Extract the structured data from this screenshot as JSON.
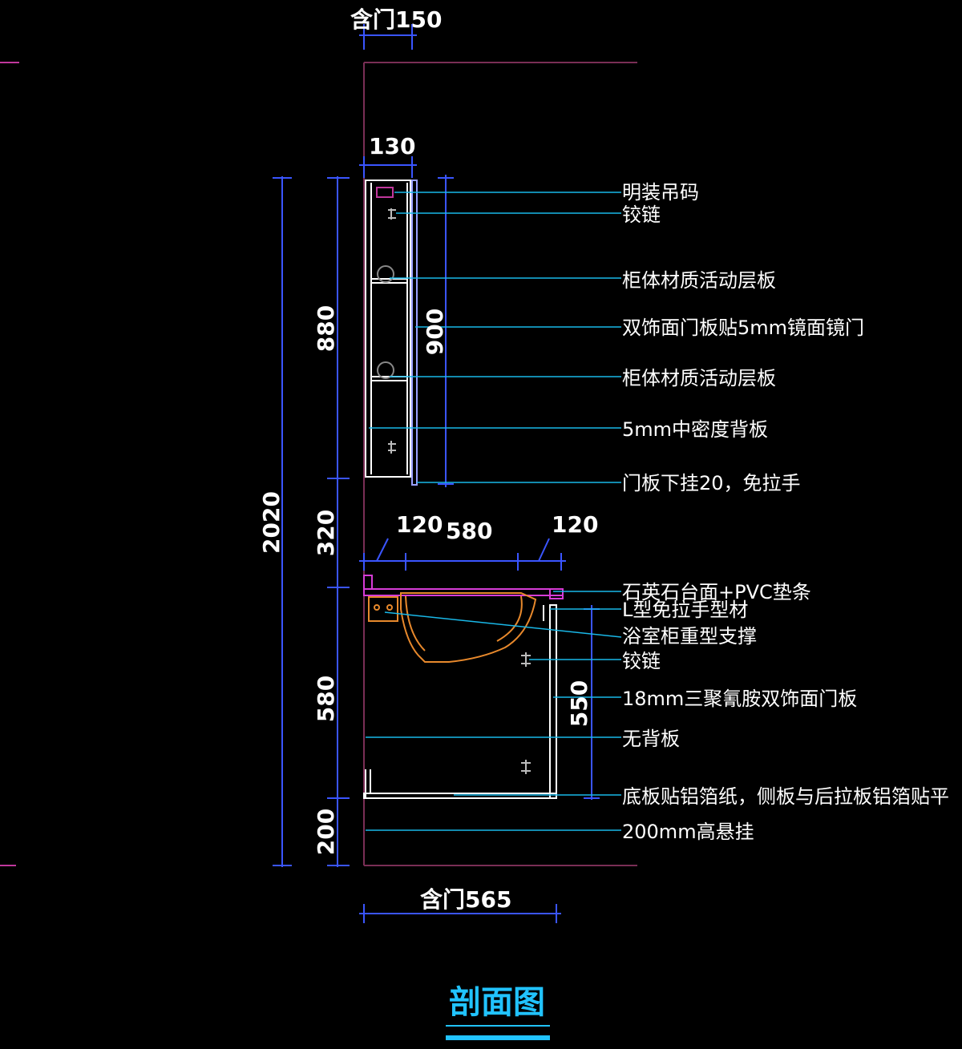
{
  "title": "剖面图",
  "dimensions": {
    "top_depth": "含门150",
    "upper_depth": "130",
    "total_height": "2020",
    "upper_height": "880",
    "door_height": "900",
    "gap_height": "320",
    "lower_height": "580",
    "hang_height": "200",
    "top_left_offset": "120",
    "sink_width": "580",
    "top_right_offset": "120",
    "lower_door_height": "550",
    "bottom_depth": "含门565"
  },
  "labels": [
    "明装吊码",
    "铰链",
    "柜体材质活动层板",
    "双饰面门板贴5mm镜面镜门",
    "柜体材质活动层板",
    "5mm中密度背板",
    "门板下挂20，免拉手",
    "石英石台面+PVC垫条",
    "L型免拉手型材",
    "浴室柜重型支撑",
    "铰链",
    "18mm三聚氰胺双饰面门板",
    "无背板",
    "底板贴铝箔纸，侧板与后拉板铝箔贴平",
    "200mm高悬挂"
  ],
  "colors": {
    "background": "#000000",
    "dimension_line": "#3a55ff",
    "leader_line": "#19b8e8",
    "outline": "#ffffff",
    "basin": "#e8892c",
    "accent": "#d63cd6",
    "title": "#21c3ff"
  }
}
